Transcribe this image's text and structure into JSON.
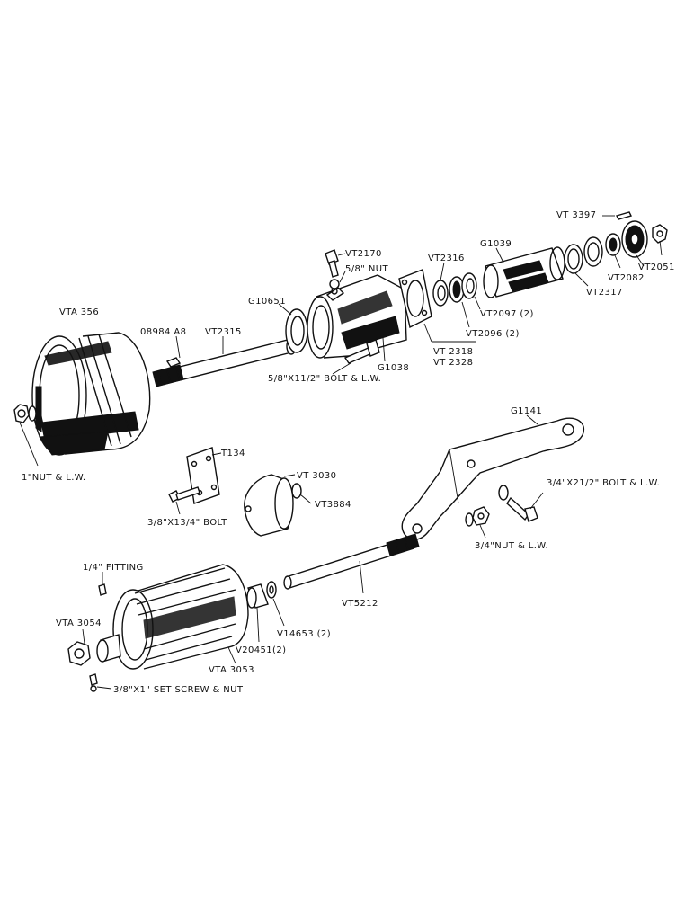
{
  "diagram": {
    "labels": {
      "vt3397": "VT 3397",
      "g1039": "G1039",
      "vt2316": "VT2316",
      "vt2170": "VT2170",
      "nut58": "5/8\" NUT",
      "g10651": "G10651",
      "vta356": "VTA 356",
      "p08984a8": "08984 A8",
      "vt2315": "VT2315",
      "vt2051": "VT2051",
      "vt2082": "VT2082",
      "vt2317": "VT2317",
      "vt2097": "VT2097 (2)",
      "vt2096": "VT2096 (2)",
      "vt2318": "VT 2318",
      "vt2328": "VT 2328",
      "g1038": "G1038",
      "bolt58": "5/8\"X11/2\" BOLT & L.W.",
      "nut1": "1\"NUT & L.W.",
      "g1141": "G1141",
      "t134": "T134",
      "vt3030": "VT 3030",
      "vt3884": "VT3884",
      "bolt38": "3/8\"X13/4\" BOLT",
      "bolt34": "3/4\"X21/2\" BOLT & L.W.",
      "nut34": "3/4\"NUT & L.W.",
      "fitting": "1/4\" FITTING",
      "vt5212": "VT5212",
      "v14653": "V14653 (2)",
      "vta3054": "VTA 3054",
      "v20451": "V20451(2)",
      "vta3053": "VTA 3053",
      "setscrew": "3/8\"X1\" SET SCREW & NUT"
    }
  }
}
